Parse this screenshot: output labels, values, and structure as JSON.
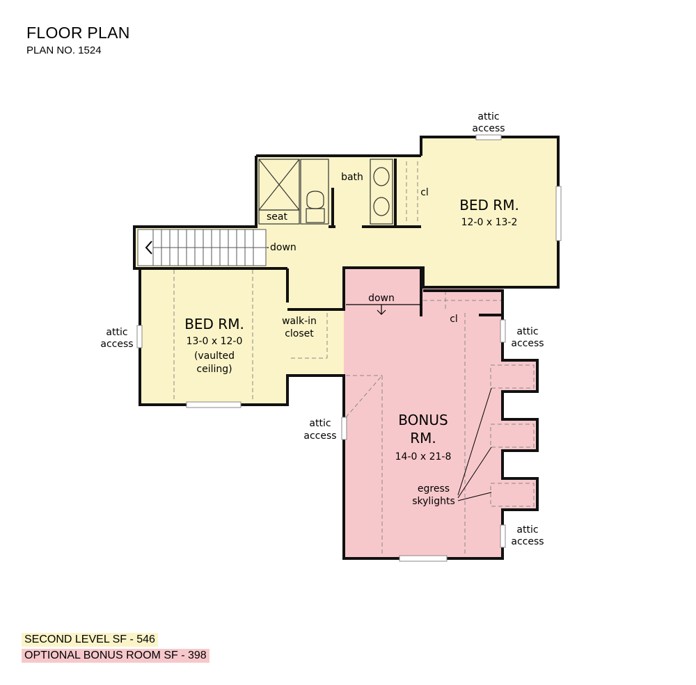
{
  "header": {
    "title": "FLOOR PLAN",
    "plan_no": "PLAN NO. 1524"
  },
  "colors": {
    "main_level": "#fbf4c8",
    "bonus": "#f7c8cb",
    "wall": "#111111",
    "hatch": "#9a9a9a"
  },
  "rooms": {
    "bed1": {
      "name": "BED RM.",
      "size": "12-0  x  13-2"
    },
    "bed2": {
      "name": "BED RM.",
      "size": "13-0  x  12-0",
      "note1": "(vaulted",
      "note2": "ceiling)"
    },
    "bonus": {
      "name1": "BONUS",
      "name2": "RM.",
      "size": "14-0  x  21-8"
    },
    "bath": "bath",
    "seat": "seat",
    "closet1": "cl",
    "closet2": "cl",
    "walkin1": "walk-in",
    "walkin2": "closet"
  },
  "labels": {
    "stairs_down": "down",
    "bonus_down": "down",
    "attic_1": "attic",
    "access_1": "access",
    "attic_2": "attic",
    "access_2": "access",
    "attic_3": "attic",
    "access_3": "access",
    "attic_4": "attic",
    "access_4": "access",
    "attic_5": "attic",
    "access_5": "access",
    "egress1": "egress",
    "egress2": "skylights"
  },
  "legend": {
    "second_level": "SECOND LEVEL SF - 546",
    "bonus": "OPTIONAL BONUS ROOM SF - 398"
  }
}
